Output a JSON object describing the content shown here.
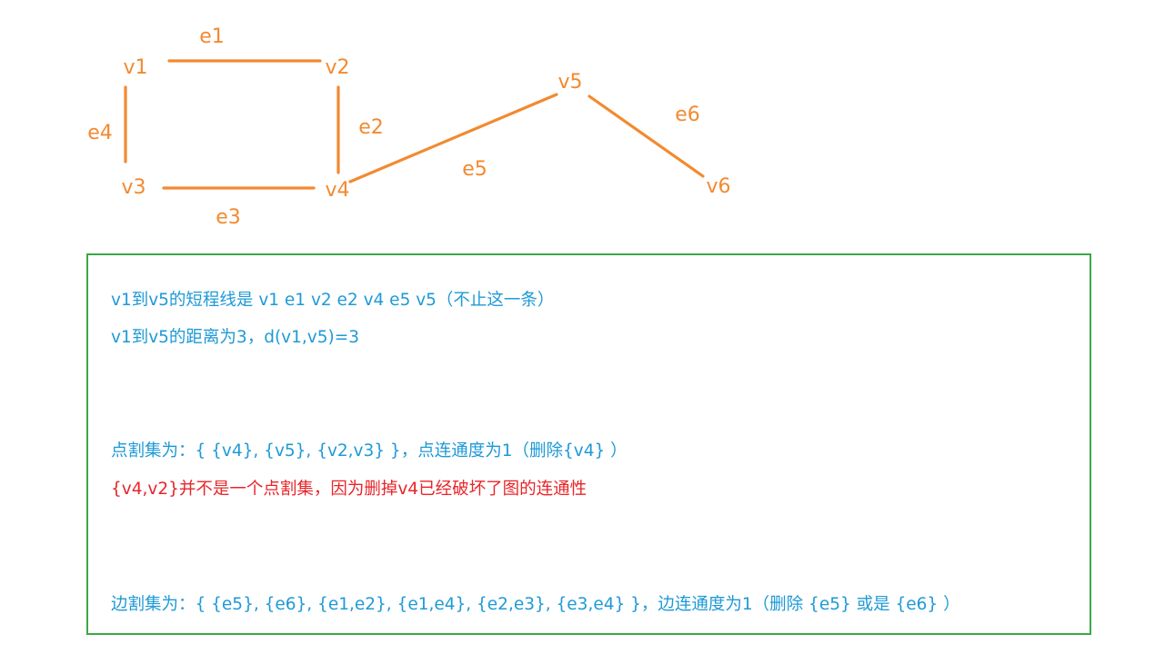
{
  "graph": {
    "color": "#f28a30",
    "nodes": [
      {
        "id": "v1",
        "label": "v1"
      },
      {
        "id": "v2",
        "label": "v2"
      },
      {
        "id": "v3",
        "label": "v3"
      },
      {
        "id": "v4",
        "label": "v4"
      },
      {
        "id": "v5",
        "label": "v5"
      },
      {
        "id": "v6",
        "label": "v6"
      }
    ],
    "edges": [
      {
        "id": "e1",
        "label": "e1",
        "from": "v1",
        "to": "v2"
      },
      {
        "id": "e2",
        "label": "e2",
        "from": "v2",
        "to": "v4"
      },
      {
        "id": "e3",
        "label": "e3",
        "from": "v3",
        "to": "v4"
      },
      {
        "id": "e4",
        "label": "e4",
        "from": "v1",
        "to": "v3"
      },
      {
        "id": "e5",
        "label": "e5",
        "from": "v4",
        "to": "v5"
      },
      {
        "id": "e6",
        "label": "e6",
        "from": "v5",
        "to": "v6"
      }
    ]
  },
  "notes": {
    "border_color": "#3aa845",
    "text_color": "#1e9ad6",
    "highlight_color": "#e8252a",
    "shortest_path": "v1到v5的短程线是 v1 e1 v2 e2 v4 e5 v5（不止这一条）",
    "distance": "v1到v5的距离为3，d(v1,v5)=3",
    "vertex_cut": "点割集为：{  {v4}, {v5}, {v2,v3}  }，点连通度为1（删除{v4} ）",
    "not_vertex_cut": "{v4,v2}并不是一个点割集，因为删掉v4已经破坏了图的连通性",
    "edge_cut": "边割集为：{ {e5}, {e6}, {e1,e2}, {e1,e4}, {e2,e3}, {e3,e4} }，边连通度为1（删除 {e5} 或是 {e6} ）"
  }
}
